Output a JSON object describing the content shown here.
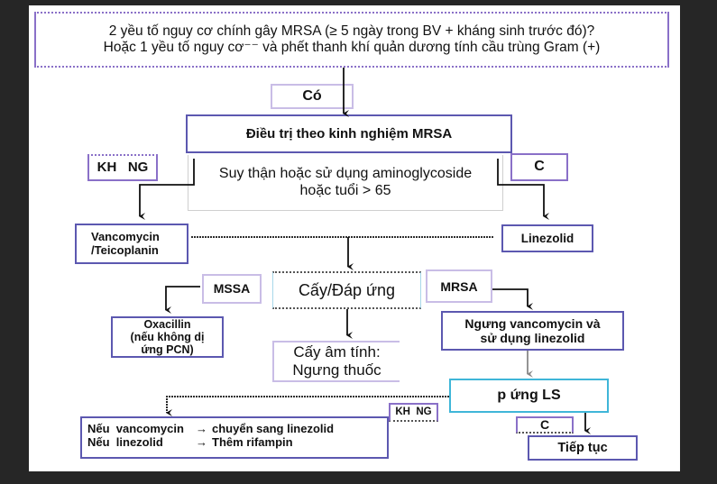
{
  "question": {
    "line1": "2 yều tố nguy cơ   chính gây MRSA (≥ 5 ngày trong BV + kháng sinh trước đó)?",
    "line2": "Hoặc  1 yều tố nguy cơ⁻⁻ và phết thanh khí quản dương tính cầu trùng Gram (+)"
  },
  "yes_label_top": "Có",
  "empiric_therapy": "Điều trị theo kinh nghiệm  MRSA",
  "renal_question": {
    "line1": "Suy thận hoặc sử dụng aminoglycoside",
    "line2": "hoặc tuổi > 65"
  },
  "no_label_left": "KH   NG",
  "yes_label_right": "C",
  "vancomycin_box": {
    "line1": "Vancomycin",
    "line2": "/Teicoplanin"
  },
  "linezolid_box": "Linezolid",
  "culture_response": "Cấy/Đáp ứng",
  "mssa_label": "MSSA",
  "mrsa_label": "MRSA",
  "oxacillin_box": {
    "line1": "Oxacillin",
    "line2": "(nếu không dị",
    "line3": "ứng PCN)"
  },
  "negative_culture": {
    "line1": "Cấy âm tính:",
    "line2": "Ngưng thuốc"
  },
  "switch_box": {
    "line1": "Ngưng vancomycin và",
    "line2": "sử dụng linezolid"
  },
  "clinical_response": "p ứng LS",
  "no_label_bottom": "KH  NG",
  "yes_label_bottom": "C",
  "failure_box": {
    "row1_left": "Nếu  vancomycin",
    "row1_arrow": "→",
    "row1_right": "chuyển sang linezolid",
    "row2_left": "Nếu  linezolid",
    "row2_arrow": "→",
    "row2_right": "Thêm rifampin"
  },
  "continue_box": "Tiếp tục",
  "colors": {
    "purple_border": "#8a70c8",
    "blue_border": "#5c58b0",
    "cyan_border": "#3fb6d8",
    "background": "#262626"
  }
}
